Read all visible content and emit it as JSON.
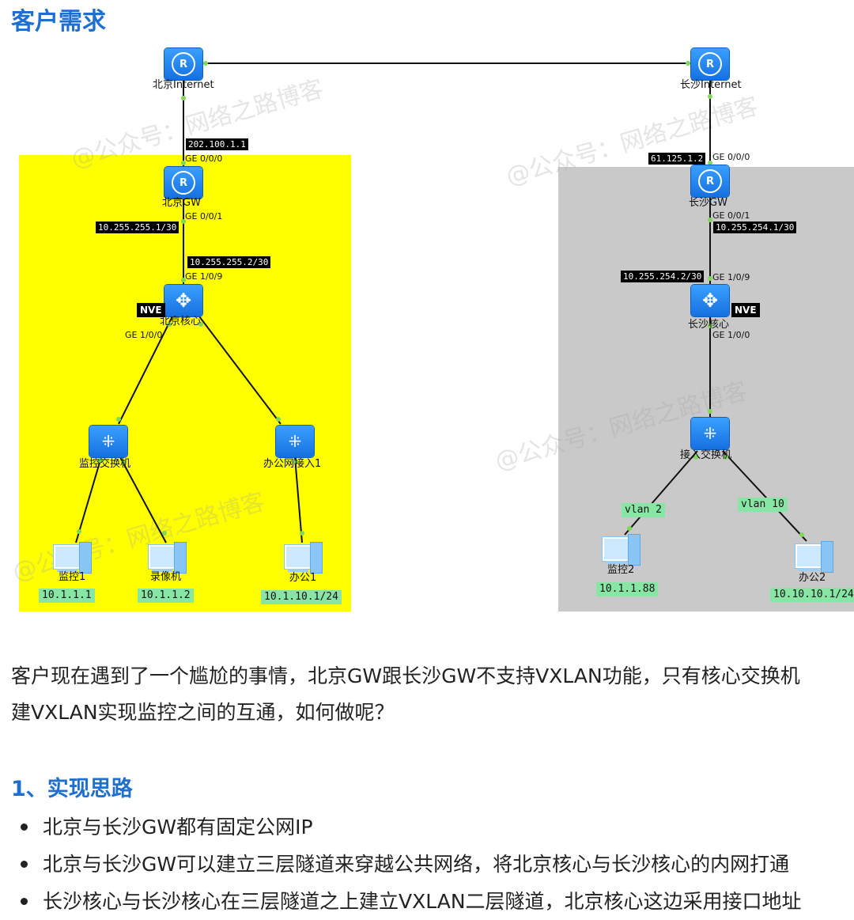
{
  "heading": "客户需求",
  "watermark": "@公众号：网络之路博客",
  "devices": {
    "bj_internet": "北京Internet",
    "cs_internet": "长沙Internet",
    "bj_gw": "北京GW",
    "cs_gw": "长沙GW",
    "bj_core": "北京核心",
    "cs_core": "长沙核心",
    "bj_mon_switch": "监控交换机",
    "bj_office_access": "办公网接入1",
    "cs_access_switch": "接入交换机",
    "pc_mon1": "监控1",
    "pc_recorder": "录像机",
    "pc_office1": "办公1",
    "pc_mon2": "监控2",
    "pc_office2": "办公2"
  },
  "ports": {
    "bj_gw_up": "GE 0/0/0",
    "bj_gw_down": "GE 0/0/1",
    "bj_core_up": "GE 1/0/9",
    "bj_core_down": "GE 1/0/0",
    "cs_gw_up": "GE 0/0/0",
    "cs_gw_down": "GE 0/0/1",
    "cs_core_up": "GE 1/0/9",
    "cs_core_down": "GE 1/0/0"
  },
  "ip_tags": {
    "bj_public": "202.100.1.1",
    "bj_gw_inner": "10.255.255.1/30",
    "bj_core_uplink": "10.255.255.2/30",
    "cs_public": "61.125.1.2",
    "cs_gw_inner": "10.255.254.1/30",
    "cs_core_uplink": "10.255.254.2/30"
  },
  "nve": "NVE",
  "host_ips": {
    "mon1": "10.1.1.1",
    "recorder": "10.1.1.2",
    "office1": "10.1.10.1/24",
    "mon2": "10.1.1.88",
    "office2": "10.10.10.1/24"
  },
  "vlans": {
    "left": "vlan 2",
    "right": "vlan 10"
  },
  "paragraph": [
    "客户现在遇到了一个尴尬的事情，北京GW跟长沙GW不支持VXLAN功能，只有核心交换机",
    "建VXLAN实现监控之间的互通，如何做呢？"
  ],
  "section_title": "1、实现思路",
  "bullets": [
    "北京与长沙GW都有固定公网IP",
    "北京与长沙GW可以建立三层隧道来穿越公共网络，将北京核心与长沙核心的内网打通",
    "长沙核心与长沙核心在三层隧道之上建立VXLAN二层隧道，北京核心这边采用接口地址"
  ],
  "colors": {
    "heading_blue": "#1f6fd0",
    "zone_left": "#ffff00",
    "zone_right": "#c9c9c9",
    "ip_label_green": "#88e6a4",
    "link_dot": "#7ed957"
  },
  "icons": {
    "router": "router-icon",
    "core_switch": "core-switch-icon",
    "access_switch": "access-switch-icon",
    "pc": "pc-icon"
  }
}
